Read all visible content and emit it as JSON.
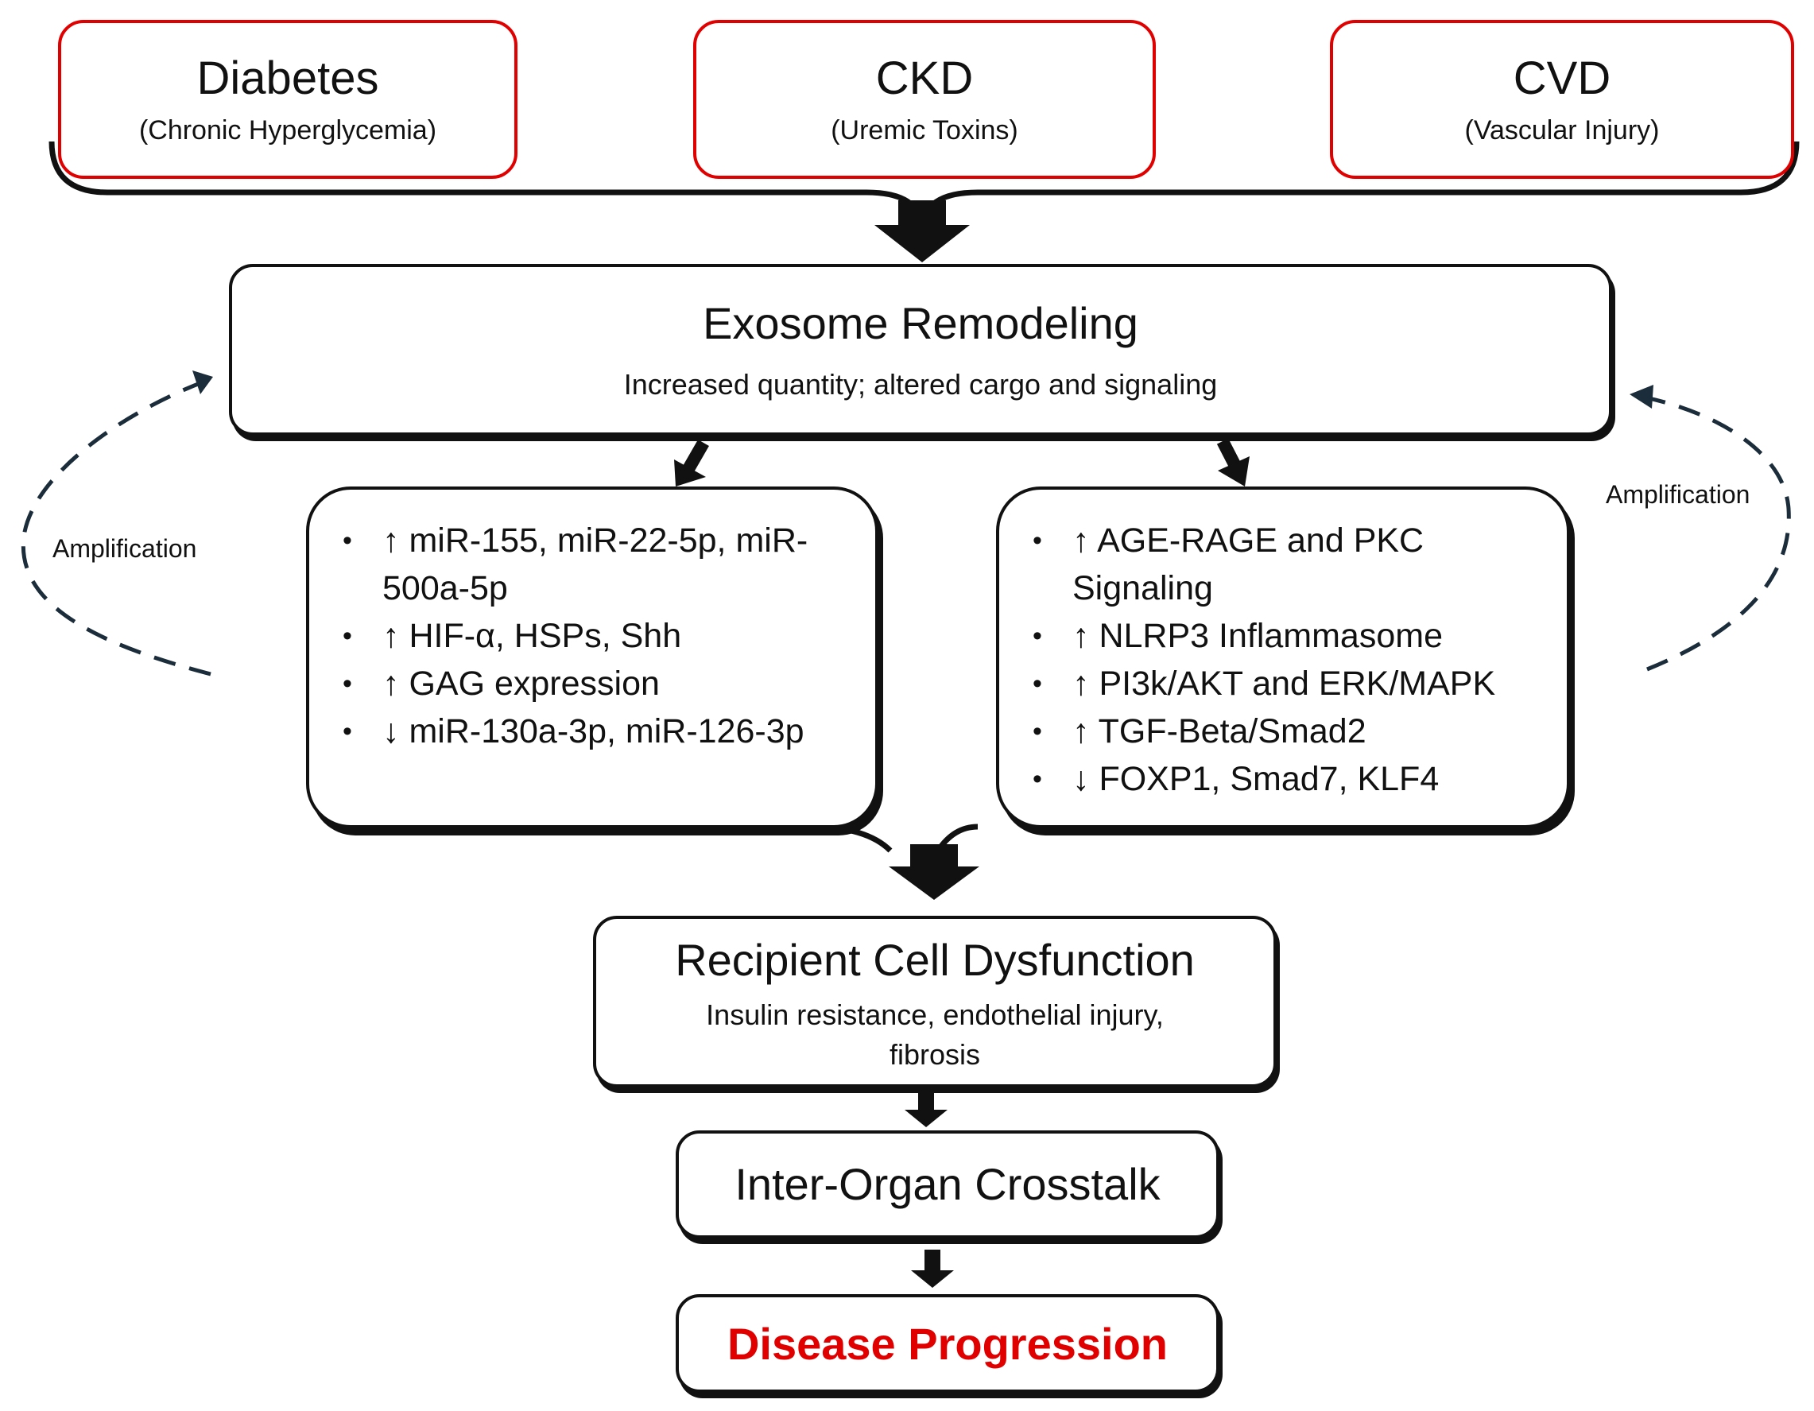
{
  "causes": [
    {
      "title": "Diabetes",
      "subtitle": "(Chronic Hyperglycemia)"
    },
    {
      "title": "CKD",
      "subtitle": "(Uremic Toxins)"
    },
    {
      "title": "CVD",
      "subtitle": "(Vascular Injury)"
    }
  ],
  "exosome": {
    "title": "Exosome Remodeling",
    "subtitle": "Increased quantity; altered cargo and signaling"
  },
  "left_list": [
    "↑ miR-155, miR-22-5p, miR-500a-5p",
    "↑ HIF-α, HSPs, Shh",
    "↑ GAG expression",
    "↓ miR-130a-3p, miR-126-3p"
  ],
  "right_list": [
    "↑ AGE-RAGE and PKC Signaling",
    "↑ NLRP3 Inflammasome",
    "↑ PI3k/AKT and ERK/MAPK",
    "↑ TGF-Beta/Smad2",
    "↓ FOXP1, Smad7, KLF4"
  ],
  "recipient": {
    "title": "Recipient Cell Dysfunction",
    "subtitle": "Insulin resistance, endothelial injury, fibrosis"
  },
  "crosstalk": {
    "title": "Inter-Organ Crosstalk"
  },
  "disease": {
    "title": "Disease Progression"
  },
  "amplification_left": "Amplification",
  "amplification_right": "Amplification",
  "colors": {
    "accent_red": "#e10000",
    "line": "#111111",
    "dash": "#1b2c3a"
  }
}
